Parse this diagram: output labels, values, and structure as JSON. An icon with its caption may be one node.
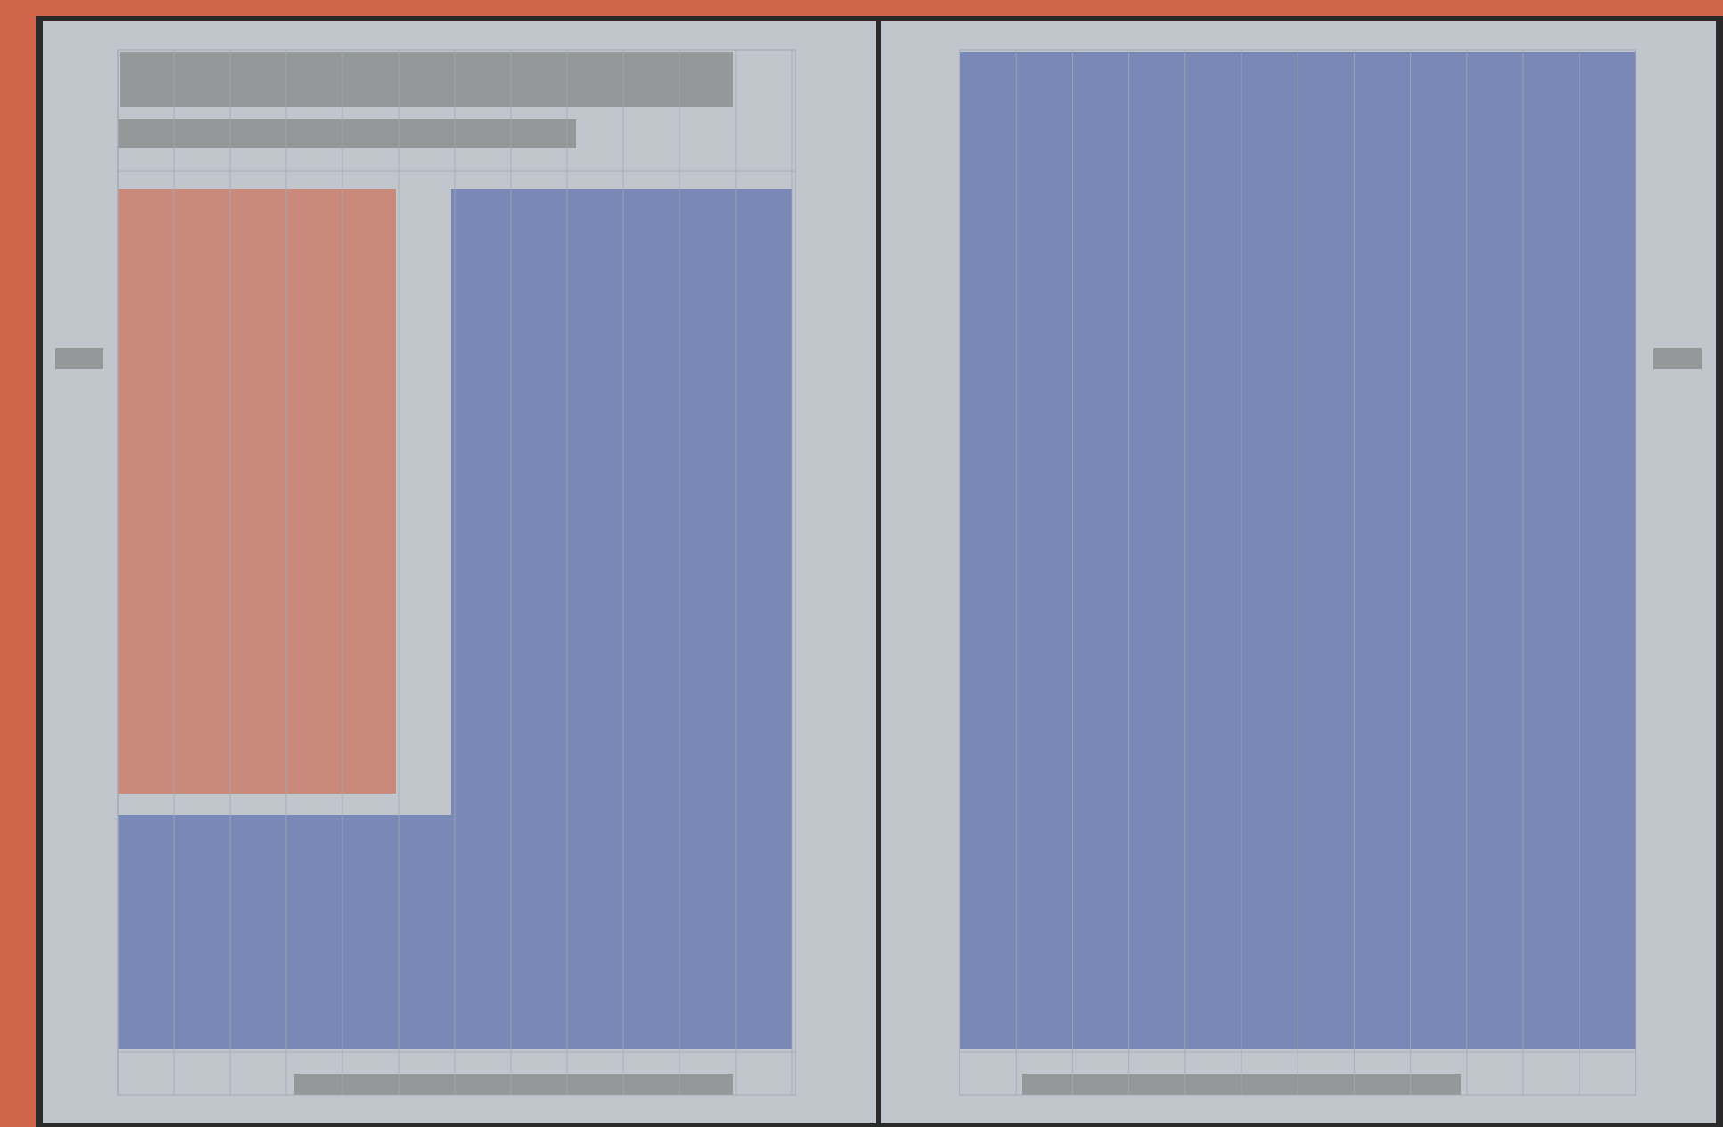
{
  "diagram": {
    "nodes": [
      {
        "text": [],
        "shape": "bar"
      },
      {
        "text": [],
        "shape": "bar"
      },
      {
        "text": [],
        "shape": "bar"
      },
      {
        "text": [],
        "shape": "box"
      },
      {
        "text": [],
        "shape": "box"
      },
      {
        "text": [],
        "shape": "bar"
      },
      {
        "text": [],
        "shape": "box"
      },
      {
        "text": [],
        "shape": "bar"
      },
      {
        "text": [],
        "shape": "bar"
      }
    ]
  }
}
